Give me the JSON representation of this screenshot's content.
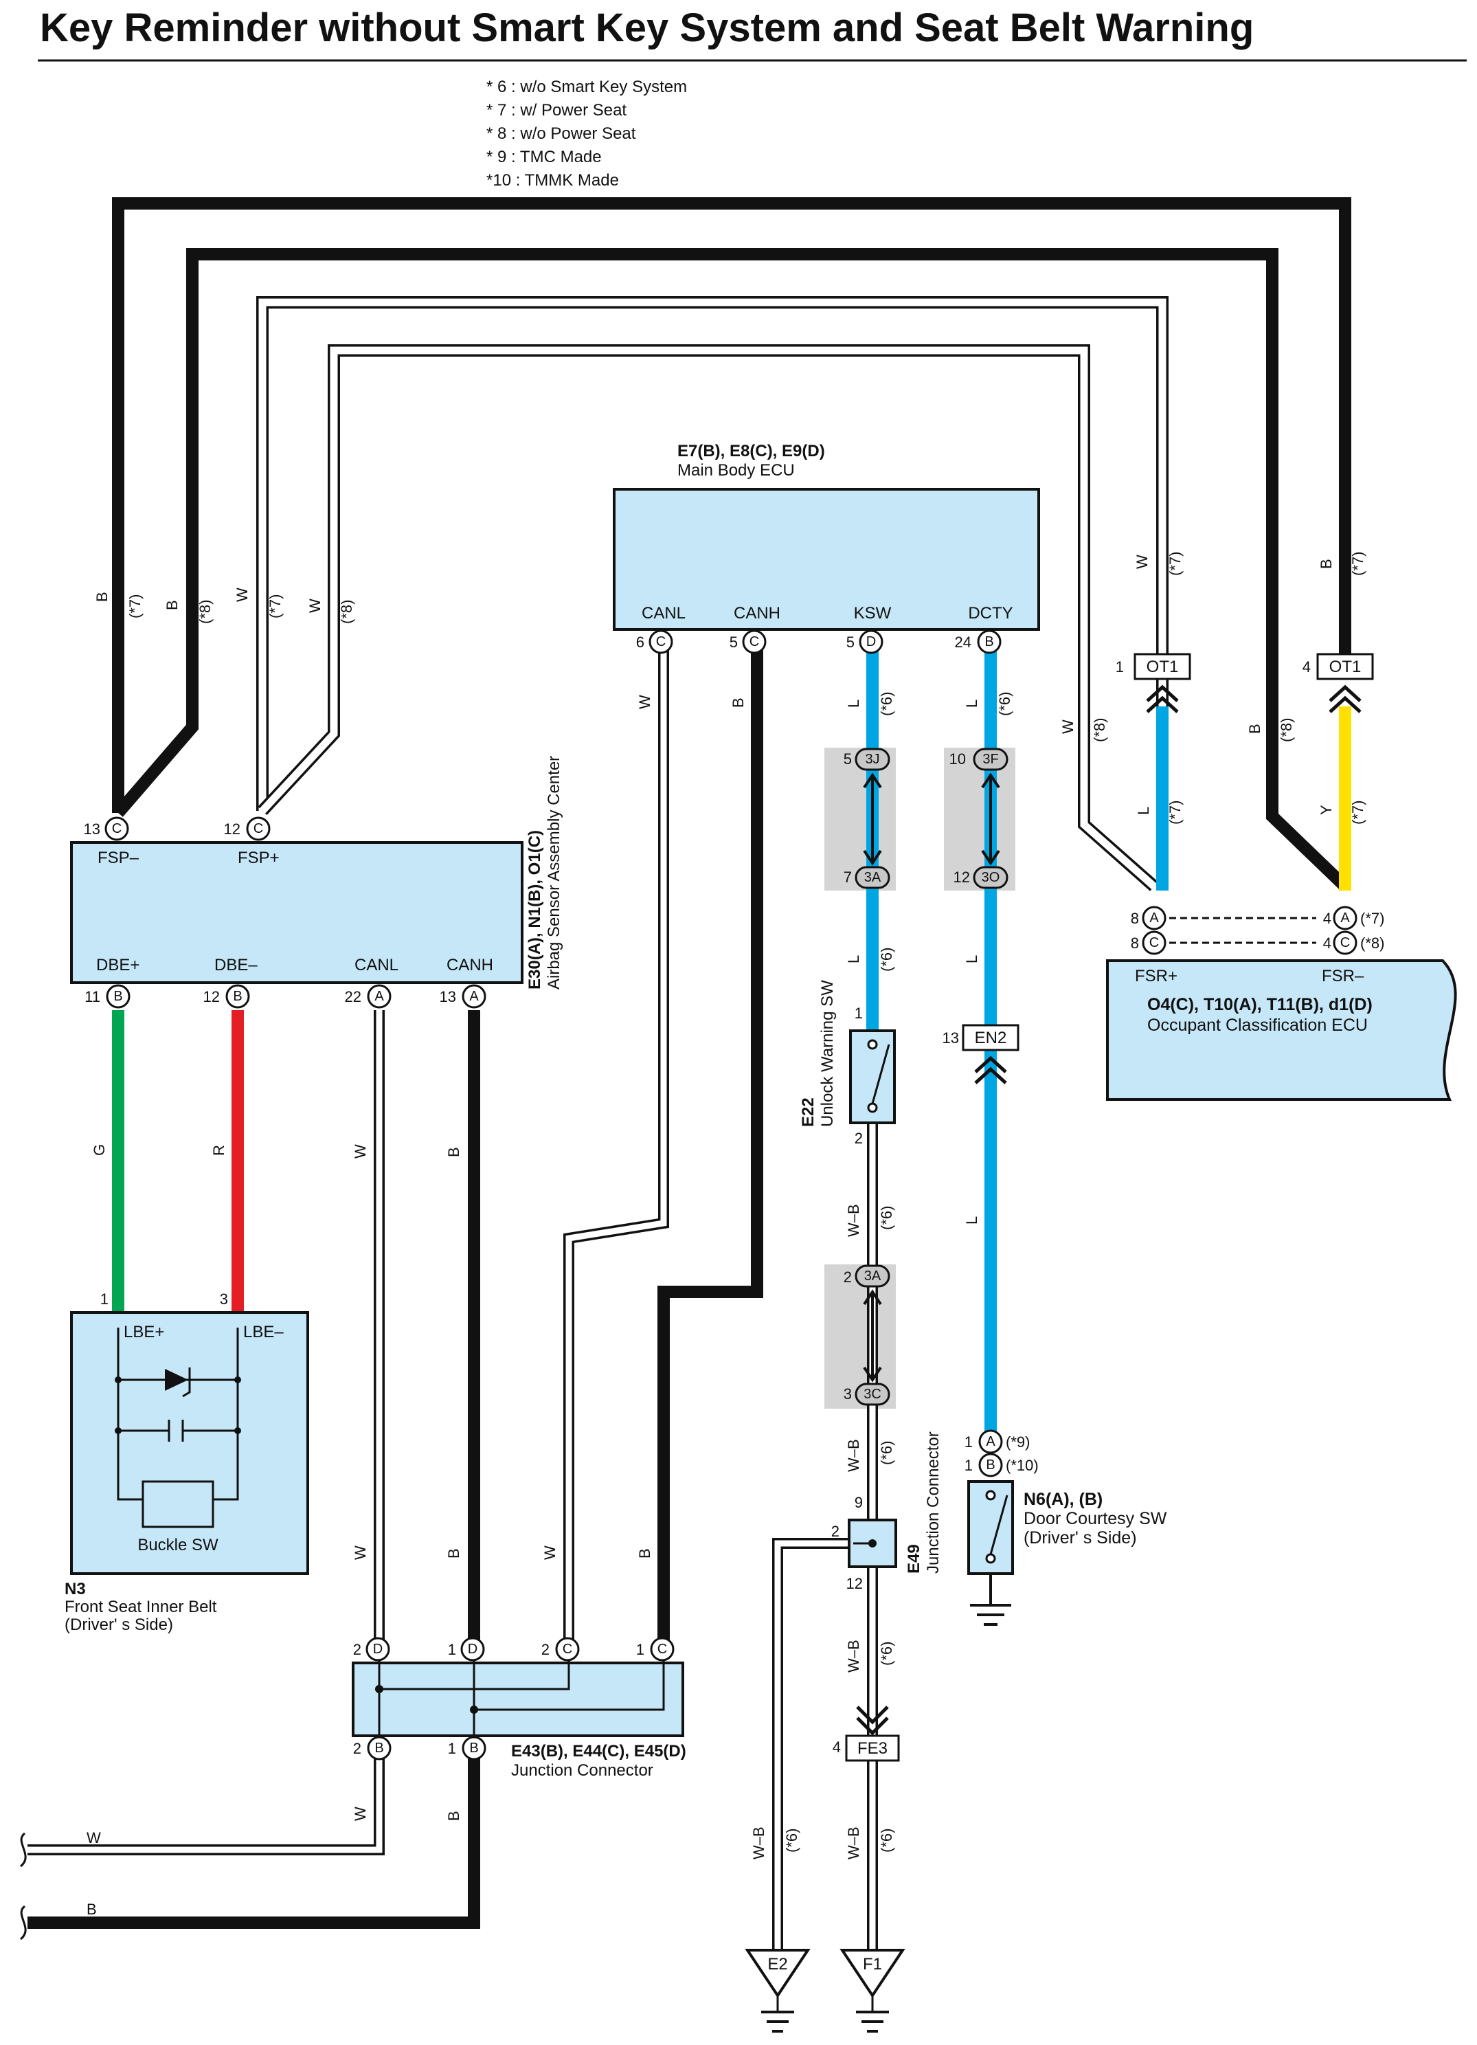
{
  "title": "Key Reminder without Smart Key System and Seat Belt Warning",
  "notes": [
    "* 6 : w/o Smart Key System",
    "* 7 : w/ Power Seat",
    "* 8 : w/o Power Seat",
    "* 9 : TMC Made",
    "*10 : TMMK Made"
  ],
  "colors": {
    "W": "#ffffff",
    "B": "#111111",
    "L": "#00a6e2",
    "G": "#00a651",
    "R": "#e31e24",
    "Y": "#ffe000",
    "box": "#c6e7f8",
    "junction_bg": "#d4d4d4"
  },
  "main_ecu": {
    "ref": "E7(B), E8(C), E9(D)",
    "name": "Main Body ECU",
    "pins": [
      {
        "num": "6",
        "conn": "C",
        "label": "CANL"
      },
      {
        "num": "5",
        "conn": "C",
        "label": "CANH"
      },
      {
        "num": "5",
        "conn": "D",
        "label": "KSW"
      },
      {
        "num": "24",
        "conn": "B",
        "label": "DCTY"
      }
    ]
  },
  "airbag": {
    "ref": "E30(A), N1(B), O1(C)",
    "name": "Airbag Sensor Assembly Center",
    "top_pins": [
      {
        "num": "13",
        "conn": "C",
        "label": "FSP–"
      },
      {
        "num": "12",
        "conn": "C",
        "label": "FSP+"
      }
    ],
    "bottom_pins": [
      {
        "num": "11",
        "conn": "B",
        "label": "DBE+"
      },
      {
        "num": "12",
        "conn": "B",
        "label": "DBE–"
      },
      {
        "num": "22",
        "conn": "A",
        "label": "CANL"
      },
      {
        "num": "13",
        "conn": "A",
        "label": "CANH"
      }
    ]
  },
  "occupant": {
    "ref": "O4(C), T10(A), T11(B), d1(D)",
    "name": "Occupant Classification ECU",
    "pins": [
      {
        "label": "FSR+"
      },
      {
        "label": "FSR–"
      }
    ],
    "left_conn": [
      {
        "num": "8",
        "conn": "A"
      },
      {
        "num": "8",
        "conn": "C"
      }
    ],
    "right_conn": [
      {
        "num": "4",
        "conn": "A",
        "note": "(*7)"
      },
      {
        "num": "4",
        "conn": "C",
        "note": "(*8)"
      }
    ]
  },
  "ot1": [
    {
      "num": "1",
      "label": "OT1"
    },
    {
      "num": "4",
      "label": "OT1"
    }
  ],
  "buckle": {
    "ref": "N3",
    "name": "Front Seat Inner Belt",
    "name2": "(Driver' s Side)",
    "inner": "Buckle SW",
    "pins": [
      {
        "num": "1",
        "label": "LBE+"
      },
      {
        "num": "3",
        "label": "LBE–"
      }
    ]
  },
  "unlock_sw": {
    "ref": "E22",
    "name": "Unlock Warning SW",
    "pin_top": "1",
    "pin_bottom": "2"
  },
  "junction_e49": {
    "ref": "E49",
    "name": "Junction Connector",
    "pins": [
      "9",
      "2",
      "12"
    ]
  },
  "junction_e43": {
    "ref": "E43(B), E44(C), E45(D)",
    "name": "Junction Connector",
    "top": [
      {
        "num": "2",
        "conn": "D"
      },
      {
        "num": "1",
        "conn": "D"
      },
      {
        "num": "2",
        "conn": "C"
      },
      {
        "num": "1",
        "conn": "C"
      }
    ],
    "bottom": [
      {
        "num": "2",
        "conn": "B"
      },
      {
        "num": "1",
        "conn": "B"
      }
    ]
  },
  "door_sw": {
    "ref": "N6(A), (B)",
    "name": "Door Courtesy SW",
    "name2": "(Driver' s Side)",
    "pins": [
      {
        "num": "1",
        "conn": "A",
        "note": "(*9)"
      },
      {
        "num": "1",
        "conn": "B",
        "note": "(*10)"
      }
    ]
  },
  "junction_blocks": [
    {
      "top": {
        "num": "5",
        "label": "3J"
      },
      "bottom": {
        "num": "7",
        "label": "3A"
      }
    },
    {
      "top": {
        "num": "10",
        "label": "3F"
      },
      "bottom": {
        "num": "12",
        "label": "3O"
      }
    },
    {
      "top": {
        "num": "2",
        "label": "3A"
      },
      "bottom": {
        "num": "3",
        "label": "3C"
      }
    }
  ],
  "en2": {
    "num": "13",
    "label": "EN2"
  },
  "fe3": {
    "num": "4",
    "label": "FE3"
  },
  "grounds": [
    {
      "label": "E2"
    },
    {
      "label": "F1"
    }
  ],
  "wire_labels": {
    "W": "W",
    "B": "B",
    "L": "L",
    "G": "G",
    "R": "R",
    "Y": "Y",
    "WB": "W–B",
    "n6": "(*6)",
    "n7": "(*7)",
    "n8": "(*8)"
  }
}
